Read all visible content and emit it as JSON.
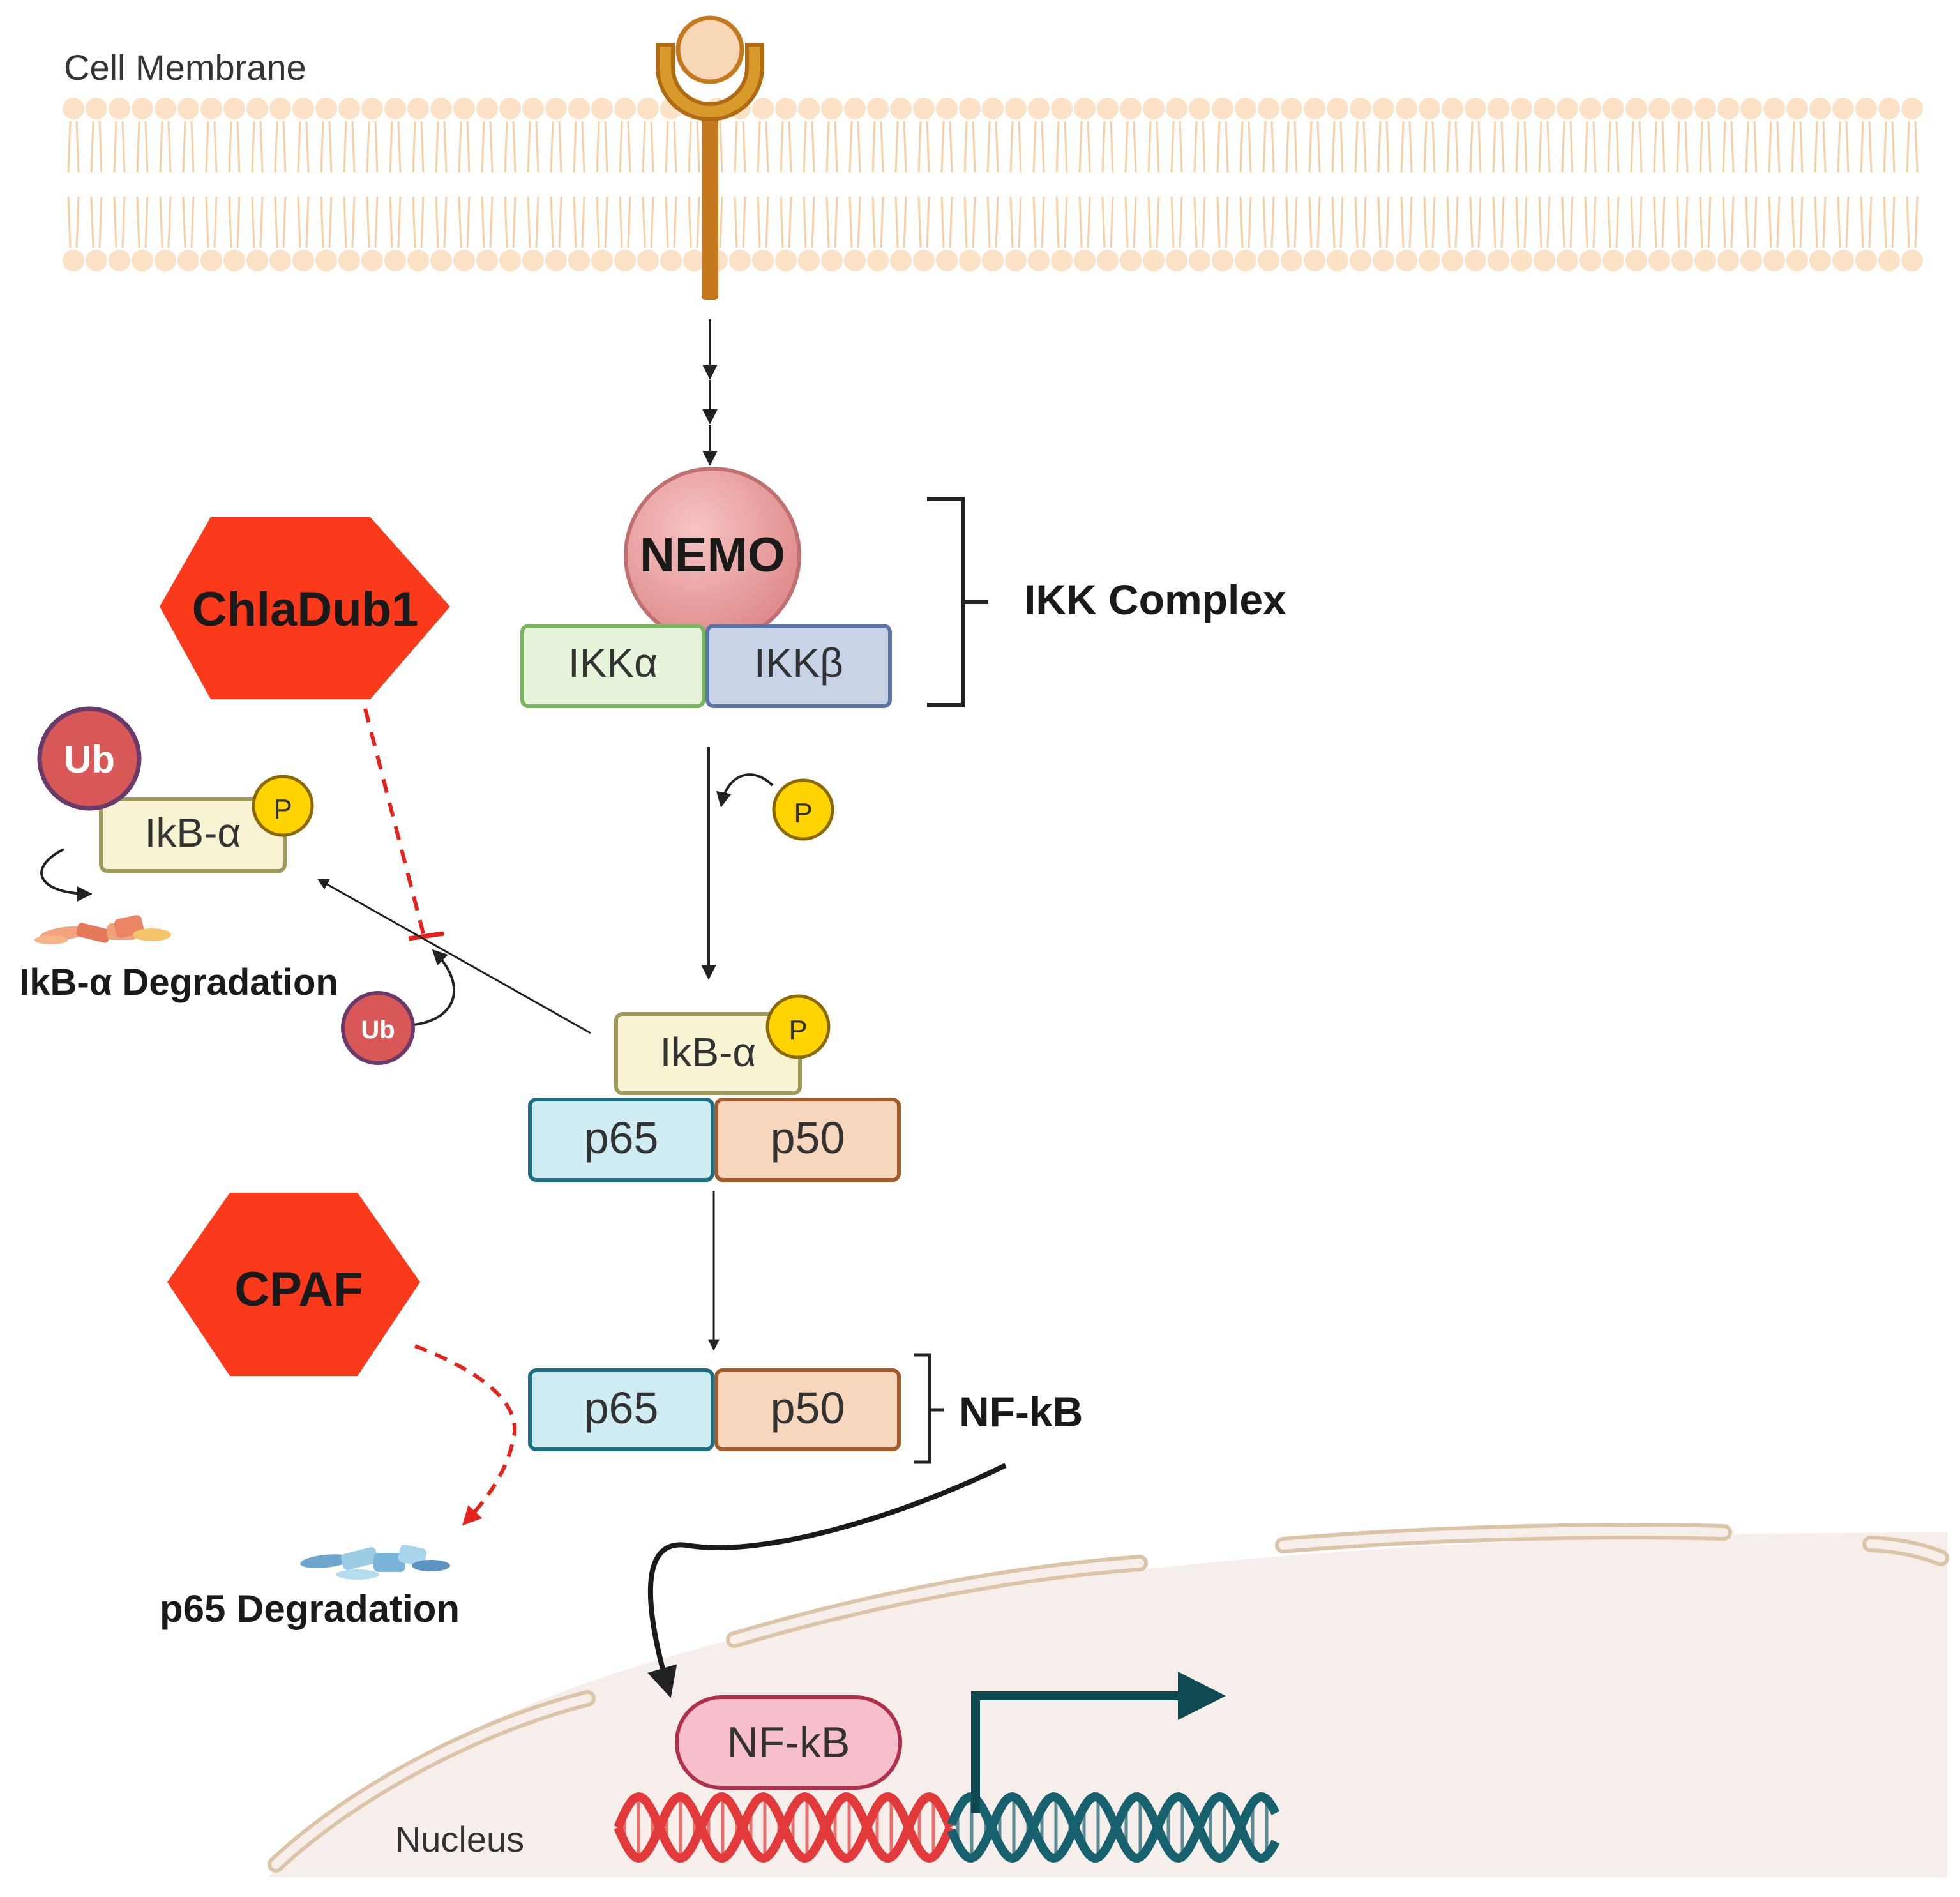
{
  "labels": {
    "cell_membrane": "Cell Membrane",
    "nucleus": "Nucleus",
    "nemo": "NEMO",
    "ikk_alpha": "IKKα",
    "ikk_beta": "IKKβ",
    "ikk_complex": "IKK Complex",
    "chladub1": "ChlaDub1",
    "cpaf": "CPAF",
    "ub_large": "Ub",
    "ub_small": "Ub",
    "p_left": "P",
    "p_mid": "P",
    "p_complex": "P",
    "ikb_left": "IkB-α",
    "ikb_complex": "IkB-α",
    "ikb_degradation": "IkB-α Degradation",
    "p65_top": "p65",
    "p50_top": "p50",
    "p65_bottom": "p65",
    "p50_bottom": "p50",
    "nfkb_bracket": "NF-kB",
    "nfkb_nucleus": "NF-kB",
    "p65_degradation": "p65 Degradation"
  },
  "colors": {
    "membrane": "#fbe2c6",
    "receptor": "#c5781d",
    "nemo": "#e59a9a",
    "ikk_alpha": "#e6f4db",
    "ikk_beta": "#c9d3e8",
    "ikb": "#f8f3d3",
    "p65": "#d0ecf3",
    "p50": "#f6d6bd",
    "phospho": "#ffd400",
    "ubiquitin": "#d85858",
    "inhibitor": "#fa3a1a",
    "nucleus": "#f6eeea",
    "nfkb_nuclear": "#f7bfcb",
    "dna_red": "#e23a3a",
    "dna_teal": "#17606e"
  }
}
